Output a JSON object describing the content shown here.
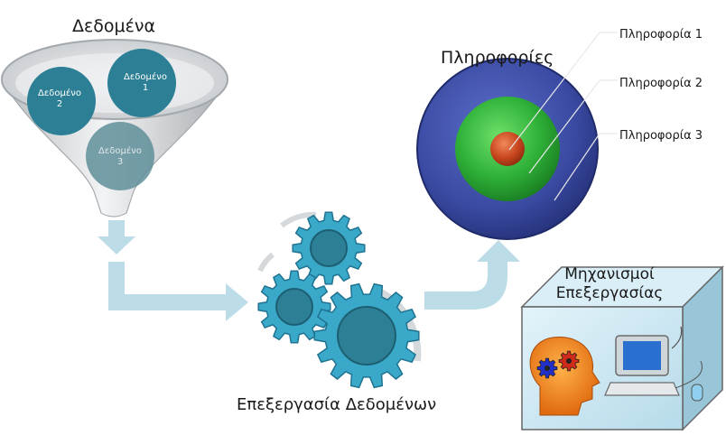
{
  "diagram": {
    "title_data": "Δεδομένα",
    "title_info": "Πληροφορίες",
    "title_processing": "Επεξεργασία Δεδομένων",
    "title_mechanisms": "Μηχανισμοί Επεξεργασίας",
    "data_items": [
      {
        "line1": "Δεδομένο",
        "line2": "1"
      },
      {
        "line1": "Δεδομένο",
        "line2": "2"
      },
      {
        "line1": "Δεδομένο",
        "line2": "3"
      }
    ],
    "info_items": [
      "Πληροφορία 1",
      "Πληροφορία 2",
      "Πληροφορία 3"
    ]
  },
  "colors": {
    "arrow": "#bcdde8",
    "gear": "#3aa9c9",
    "funnel": "#d9dde0",
    "bubble": "#2c7f94",
    "ring_outer": "#35469c",
    "ring_middle": "#2fb138",
    "core": "#c8461e",
    "box": "#c9e6f2"
  }
}
